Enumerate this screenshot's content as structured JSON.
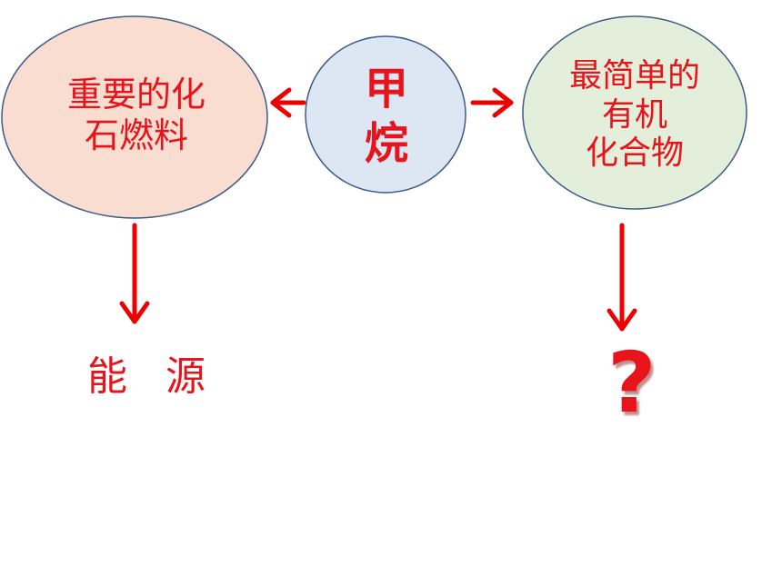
{
  "nodes": {
    "left": {
      "line1": "重要的化",
      "line2": "石燃料"
    },
    "center": {
      "line1": "甲",
      "line2": "烷"
    },
    "right": {
      "line1": "最简单的",
      "line2": "有机",
      "line3": "化合物"
    }
  },
  "labels": {
    "energy_1": "能",
    "energy_2": "源",
    "question": "?"
  },
  "colors": {
    "text": "#e8141c",
    "arrow": "#ee0000",
    "left_fill": "#f8ddd0",
    "center_fill": "#dde7f4",
    "right_fill": "#e3efda",
    "outline": "#3c5a8a"
  }
}
